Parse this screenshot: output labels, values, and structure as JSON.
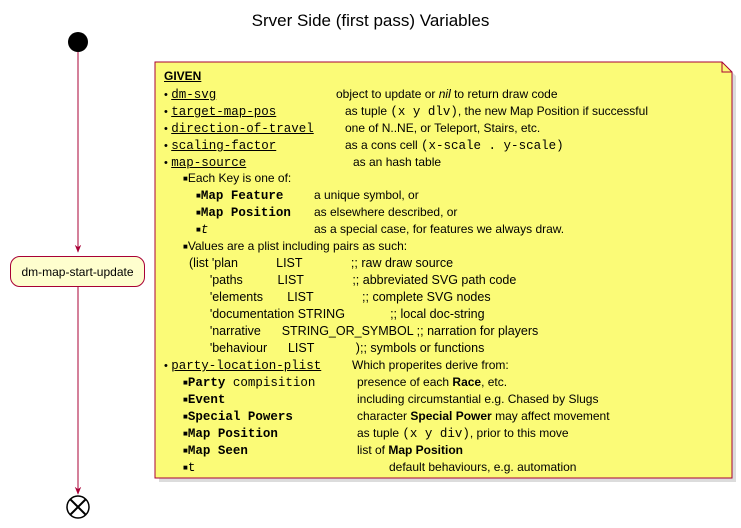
{
  "title": "Srver Side (first pass) Variables",
  "action": "dm-map-start-update",
  "colors": {
    "arrow": "#a80036",
    "note_fill": "#fbfb77",
    "note_border": "#a80036",
    "action_fill": "#fefece"
  },
  "note": {
    "heading": "GIVEN",
    "given": {
      "dm_svg": {
        "name": "dm-svg",
        "desc_a": "object to update or ",
        "desc_nil": "nil",
        "desc_b": " to return draw code"
      },
      "target_map_pos": {
        "name": "target-map-pos",
        "desc_a": "as tuple ",
        "code": "(x y dlv)",
        "desc_b": ", the new Map Position if successful"
      },
      "direction_of_travel": {
        "name": "direction-of-travel",
        "desc": "one of N..NE, or Teleport, Stairs, etc."
      },
      "scaling_factor": {
        "name": "scaling-factor",
        "desc_a": "as a cons cell ",
        "code": "(x-scale . y-scale)"
      },
      "map_source": {
        "name": "map-source",
        "desc": "as an hash table"
      }
    },
    "each_key": "Each Key is one of:",
    "keys": [
      {
        "name": "Map Feature",
        "desc": "a unique symbol, or"
      },
      {
        "name": "Map Position",
        "desc": "as elsewhere described, or"
      },
      {
        "name": "t",
        "desc": "as a special case, for features we always draw."
      }
    ],
    "values_intro": "Values are a plist including pairs as such:",
    "plist_lines": [
      "(list 'plan           LIST              ;; raw draw source",
      "      'paths          LIST              ;; abbreviated SVG path code",
      "      'elements       LIST              ;; complete SVG nodes",
      "      'documentation STRING             ;; local doc-string",
      "      'narrative      STRING_OR_SYMBOL ;; narration for players",
      "      'behaviour      LIST            );; symbols or functions"
    ],
    "party": {
      "name": "party-location-plist",
      "desc": "Which properites derive from:"
    },
    "party_items": {
      "compisition": {
        "bold": "Party",
        "rest": " compisition",
        "desc_a": "presence of each ",
        "desc_bold": "Race",
        "desc_b": ", etc."
      },
      "event": {
        "bold": "Event",
        "desc": "including circumstantial e.g. Chased by Slugs"
      },
      "special_powers": {
        "bold": "Special Powers",
        "desc_a": "character ",
        "desc_bold": "Special Power",
        "desc_b": " may affect movement"
      },
      "map_position": {
        "bold": "Map Position",
        "desc_a": "as tuple ",
        "code": "(x y div)",
        "desc_b": ", prior to this move"
      },
      "map_seen": {
        "bold": "Map Seen",
        "desc_a": "list of ",
        "desc_bold": "Map Position"
      },
      "t_item": {
        "name": "t",
        "desc": "default behaviours, e.g. automation"
      }
    }
  }
}
